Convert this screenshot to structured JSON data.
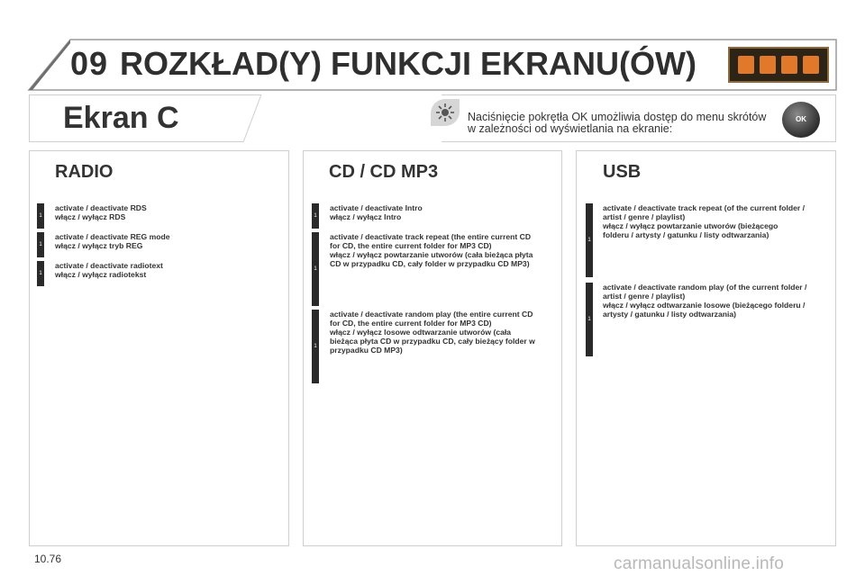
{
  "header": {
    "chapter_number": "09",
    "chapter_title": "ROZKŁAD(Y) FUNKCJI EKRANU(ÓW)"
  },
  "screen": {
    "title": "Ekran C",
    "hint_line1": "Naciśnięcie pokrętła OK umożliwia dostęp do menu skrótów",
    "hint_line2": "w zależności od wyświetlania na ekranie:",
    "ok_label": "OK"
  },
  "panels": {
    "radio": {
      "title": "RADIO",
      "items": [
        {
          "level": "1",
          "text": "activate / deactivate RDS\nwłącz / wyłącz RDS"
        },
        {
          "level": "1",
          "text": "activate / deactivate REG mode\nwłącz / wyłącz tryb REG"
        },
        {
          "level": "1",
          "text": "activate / deactivate radiotext\nwłącz / wyłącz radiotekst"
        }
      ]
    },
    "cd": {
      "title": "CD / CD MP3",
      "items": [
        {
          "level": "1",
          "text": "activate / deactivate Intro\nwłącz / wyłącz Intro"
        },
        {
          "level": "1",
          "text": "activate / deactivate track repeat (the entire current CD\nfor CD, the entire current folder for MP3 CD)\nwłącz / wyłącz powtarzanie utworów (cała bieżąca płyta\nCD w przypadku CD, cały folder w przypadku CD MP3)"
        },
        {
          "level": "1",
          "text": "activate / deactivate random play (the entire current CD\nfor CD, the entire current folder for MP3 CD)\nwłącz / wyłącz losowe odtwarzanie utworów (cała\nbieżąca płyta CD w przypadku CD, cały bieżący folder w\nprzypadku CD MP3)"
        }
      ]
    },
    "usb": {
      "title": "USB",
      "items": [
        {
          "level": "1",
          "text": "activate / deactivate track repeat (of the current folder /\nartist / genre / playlist)\nwłącz / wyłącz powtarzanie utworów (bieżącego\nfolderu / artysty / gatunku / listy odtwarzania)"
        },
        {
          "level": "1",
          "text": "activate / deactivate random play (of the current folder /\nartist / genre / playlist)\nwłącz / wyłącz odtwarzanie losowe (bieżącego folderu /\nartysty / gatunku / listy odtwarzania)"
        }
      ]
    }
  },
  "footer": {
    "page_number": "10.76",
    "watermark": "carmanualsonline.info"
  }
}
